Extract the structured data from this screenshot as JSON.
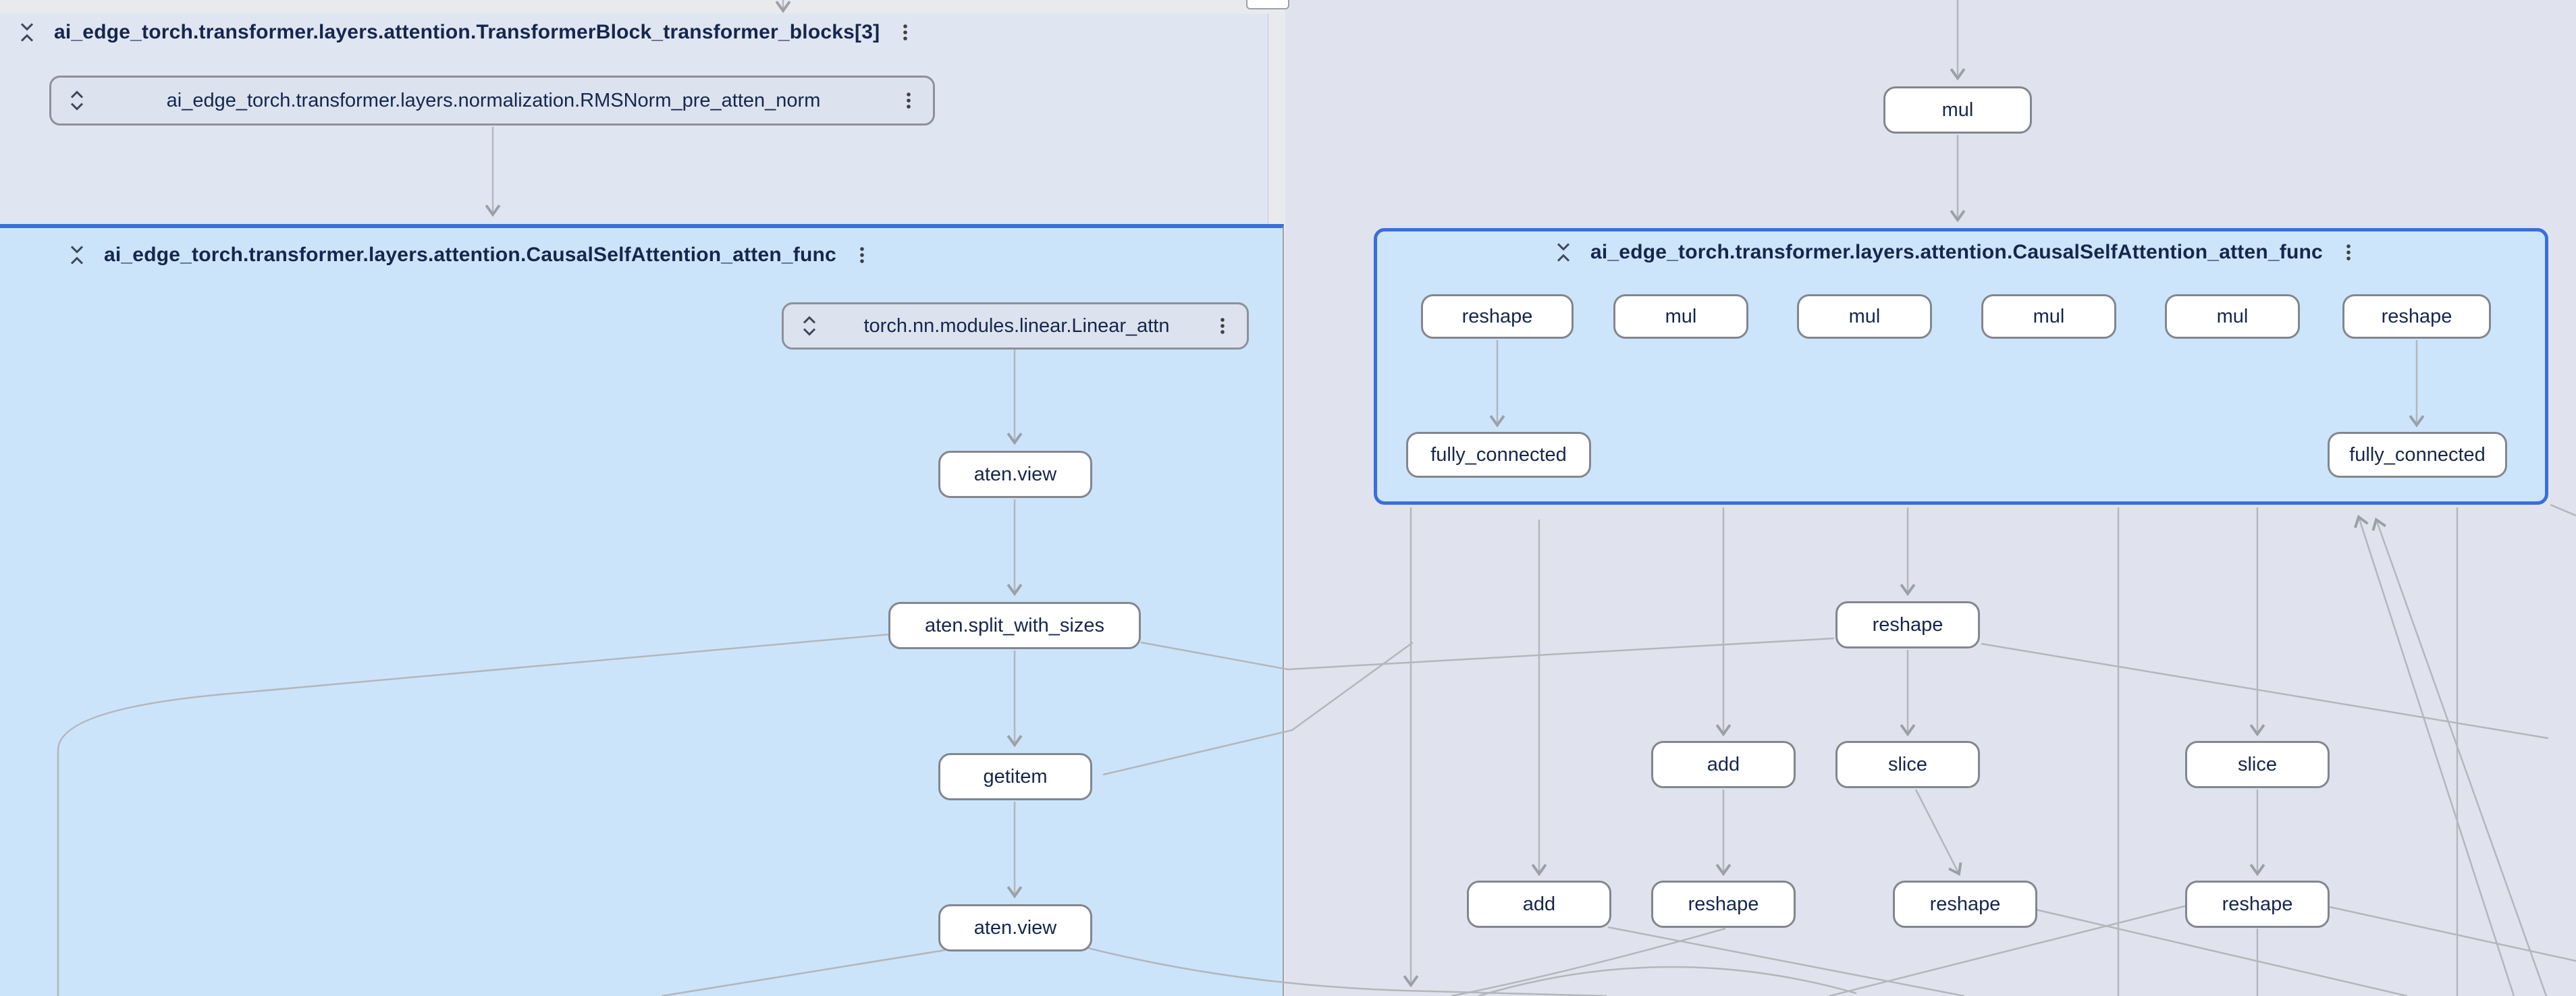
{
  "colors": {
    "canvas": "#e9eaee",
    "left_top_panel_bg": "#dfe6f1",
    "left_attention_bg": "#cbe4fa",
    "right_region_bg": "#e0e3ed",
    "right_group_bg": "#cde5fa",
    "group_border_blue": "#3a6fd8",
    "node_bg": "#ffffff",
    "layer_node_bg": "#dce3ef",
    "node_border": "#82868e",
    "edge": "#b3b6bc",
    "text": "#16264d"
  },
  "panels": {
    "transformer_block": {
      "title": "ai_edge_torch.transformer.layers.attention.TransformerBlock_transformer_blocks[3]",
      "rms_norm_node": {
        "label": "ai_edge_torch.transformer.layers.normalization.RMSNorm_pre_atten_norm"
      }
    },
    "attention_left": {
      "title": "ai_edge_torch.transformer.layers.attention.CausalSelfAttention_atten_func",
      "linear_node": {
        "label": "torch.nn.modules.linear.Linear_attn"
      },
      "ops": [
        {
          "label": "aten.view"
        },
        {
          "label": "aten.split_with_sizes"
        },
        {
          "label": "getitem"
        },
        {
          "label": "aten.view"
        }
      ]
    },
    "attention_right": {
      "title": "ai_edge_torch.transformer.layers.attention.CausalSelfAttention_atten_func",
      "row1": [
        {
          "label": "reshape"
        },
        {
          "label": "mul"
        },
        {
          "label": "mul"
        },
        {
          "label": "mul"
        },
        {
          "label": "mul"
        },
        {
          "label": "reshape"
        }
      ],
      "row2": [
        {
          "label": "fully_connected"
        },
        {
          "label": "fully_connected"
        }
      ]
    },
    "right_region_ops": {
      "mul_top": {
        "label": "mul"
      },
      "reshape_mid": {
        "label": "reshape"
      },
      "add_a": {
        "label": "add"
      },
      "slice_a": {
        "label": "slice"
      },
      "slice_b": {
        "label": "slice"
      },
      "add_b": {
        "label": "add"
      },
      "reshape_b1": {
        "label": "reshape"
      },
      "reshape_b2": {
        "label": "reshape"
      },
      "reshape_b3": {
        "label": "reshape"
      }
    }
  }
}
